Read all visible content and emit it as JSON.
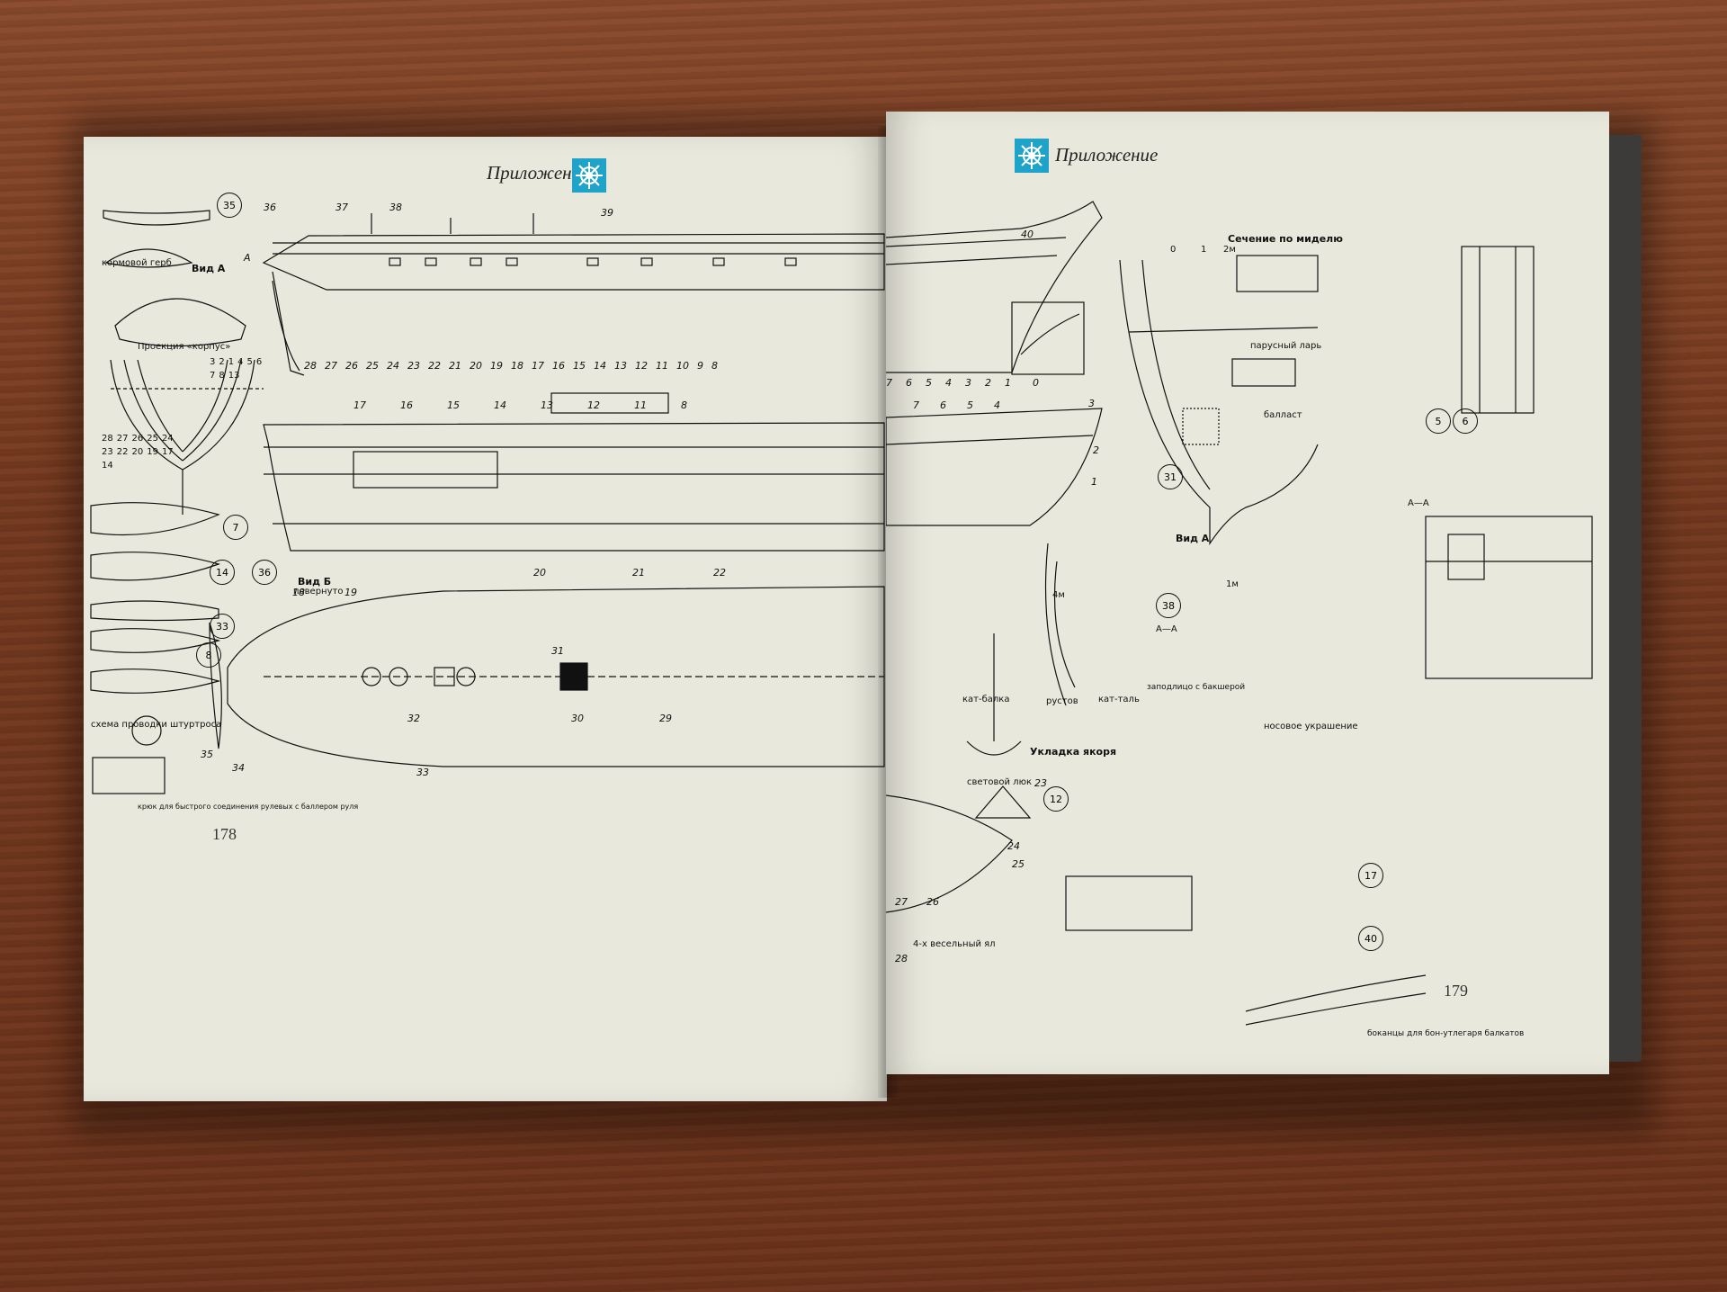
{
  "left_page": {
    "header": "Приложение",
    "page_number": "178",
    "captions": {
      "stern_emblem": "кормовой герб",
      "view_a": "Вид А",
      "projection": "Проекция «корпус»",
      "view_b": "Вид Б",
      "view_b_sub": "повернуто",
      "steering": "схема проводки штуртроса",
      "quick_release": "крюк для быстрого соединения рулевых с баллером руля"
    },
    "circled": [
      "35",
      "7",
      "14",
      "36",
      "33",
      "8"
    ],
    "profile_numbers": [
      "36",
      "37",
      "38",
      "39",
      "А"
    ],
    "station_numbers": [
      "28",
      "27",
      "26",
      "25",
      "24",
      "23",
      "22",
      "21",
      "20",
      "19",
      "18",
      "17",
      "16",
      "15",
      "14",
      "13",
      "12",
      "11",
      "10",
      "9",
      "8"
    ],
    "section_left": [
      "28",
      "27",
      "26",
      "25",
      "24",
      "23",
      "22",
      "20",
      "19",
      "17",
      "14"
    ],
    "section_right": [
      "3",
      "2",
      "1",
      "4",
      "5",
      "6",
      "7",
      "8",
      "13"
    ],
    "longitudinal": [
      "17",
      "16",
      "15",
      "14",
      "13",
      "12",
      "11",
      "8"
    ],
    "deck": [
      "18",
      "19",
      "20",
      "21",
      "22",
      "31",
      "32",
      "30",
      "29",
      "33",
      "34",
      "35"
    ]
  },
  "right_page": {
    "header": "Приложение",
    "page_number": "179",
    "captions": {
      "midship_section": "Сечение по миделю",
      "scale_2m": "2м",
      "scale_4m": "4м",
      "scale_1m": "1м",
      "scale_0": "0",
      "scale_1": "1",
      "sail_box": "парусный ларь",
      "ballast": "балласт",
      "view_a": "Вид А",
      "aa": "А—А",
      "anchor": "Укладка якоря",
      "cathead": "кат-балка",
      "chains": "рустов",
      "cat_tackle": "кат-таль",
      "skylight": "световой люк",
      "boat": "4-х весельный ял",
      "decor": "носовое украшение",
      "bowsprit_plug": "заподлицо с бакшерой",
      "boom_note": "боканцы для бон-утлегаря балкатов"
    },
    "circled": [
      "31",
      "38",
      "12",
      "5",
      "6",
      "17",
      "40"
    ],
    "profile_numbers": [
      "40",
      "7",
      "6",
      "5",
      "4",
      "3",
      "2",
      "1",
      "0"
    ],
    "longitudinal": [
      "7",
      "6",
      "5",
      "4",
      "3",
      "2",
      "1"
    ],
    "deck": [
      "23",
      "24",
      "25",
      "26",
      "27",
      "28"
    ]
  },
  "colors": {
    "page": "#e9e8dc",
    "accent": "#1fa3c9",
    "ink": "#111111",
    "table": "#7a3b22"
  },
  "icons": [
    "ship-wheel-icon"
  ]
}
